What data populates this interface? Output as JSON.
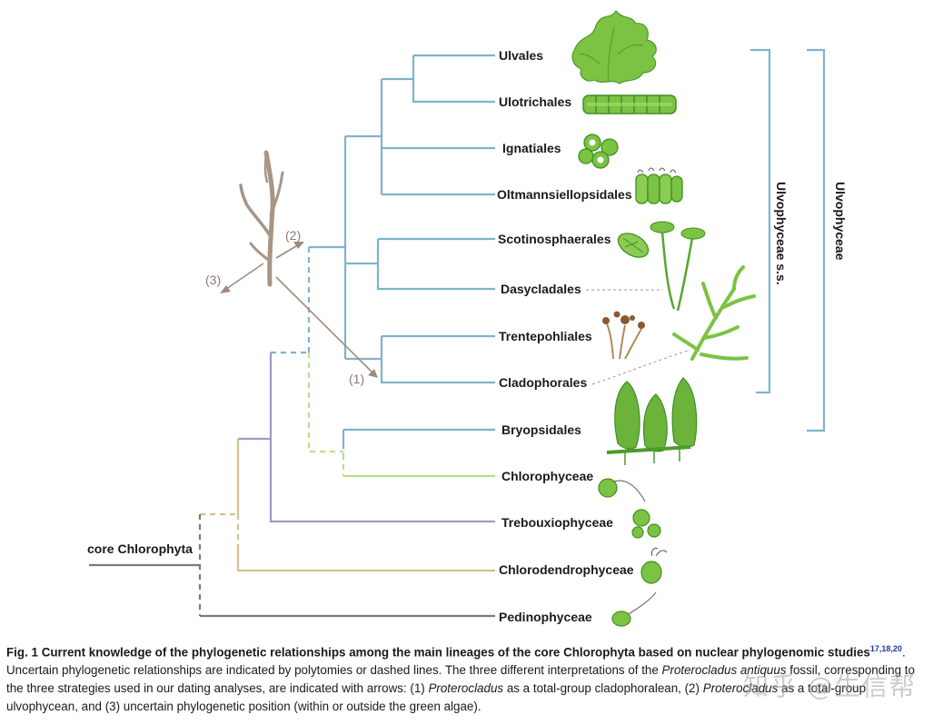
{
  "taxa": [
    {
      "id": "ulvales",
      "label": "Ulvales",
      "branch": "ulvophyceae"
    },
    {
      "id": "ulotrichales",
      "label": "Ulotrichales",
      "branch": "ulvophyceae"
    },
    {
      "id": "ignatiales",
      "label": "Ignatiales",
      "branch": "ulvophyceae"
    },
    {
      "id": "oltmannsiellopsidales",
      "label": "Oltmannsiellopsidales",
      "branch": "ulvophyceae"
    },
    {
      "id": "scotinosphaerales",
      "label": "Scotinosphaerales",
      "branch": "ulvophyceae"
    },
    {
      "id": "dasycladales",
      "label": "Dasycladales",
      "branch": "ulvophyceae"
    },
    {
      "id": "trentepohliales",
      "label": "Trentepohliales",
      "branch": "ulvophyceae"
    },
    {
      "id": "cladophorales",
      "label": "Cladophorales",
      "branch": "ulvophyceae"
    },
    {
      "id": "bryopsidales",
      "label": "Bryopsidales",
      "branch": "ulvophyceae"
    },
    {
      "id": "chlorophyceae",
      "label": "Chlorophyceae",
      "branch": "chlorophyceae"
    },
    {
      "id": "trebouxiophyceae",
      "label": "Trebouxiophyceae",
      "branch": "trebouxiophyceae"
    },
    {
      "id": "chlorodendrophyceae",
      "label": "Chlorodendrophyceae",
      "branch": "chlorodendrophyceae"
    },
    {
      "id": "pedinophyceae",
      "label": "Pedinophyceae",
      "branch": "pedinophyceae"
    }
  ],
  "root_label": "core Chlorophyta",
  "brackets": {
    "ulvophyceae_ss": "Ulvophyceae s.s.",
    "ulvophyceae": "Ulvophyceae"
  },
  "arrow_labels": {
    "one": "(1)",
    "two": "(2)",
    "three": "(3)"
  },
  "colors": {
    "ulvophyceae": "#7fb3cc",
    "chlorophyceae": "#b9df8f",
    "trebouxiophyceae": "#a497c8",
    "chlorodendrophyceae": "#d3bf92",
    "pedinophyceae": "#7a7a7a",
    "fossil": "#9e8c80",
    "algae_green": "#6cbf3a"
  },
  "caption": {
    "title": "Fig. 1 Current knowledge of the phylogenetic relationships among the main lineages of the core Chlorophyta based on nuclear phylogenomic studies",
    "refs": "17,18,20",
    "p1": ". Uncertain phylogenetic relationships are indicated by polytomies or dashed lines. The three different interpretations of the ",
    "genus1": "Proterocladus antiquus",
    "p2": " fossil, corresponding to the three strategies used in our dating analyses, are indicated with arrows: (1) ",
    "genus2": "Proterocladus",
    "p3": " as a total-group cladophoralean, (2) ",
    "genus3": "Proterocladus",
    "p4": " as a total-group ulvophycean, and (3) uncertain phylogenetic position (within or outside the green algae)."
  },
  "watermark": "知乎 @生信帮"
}
